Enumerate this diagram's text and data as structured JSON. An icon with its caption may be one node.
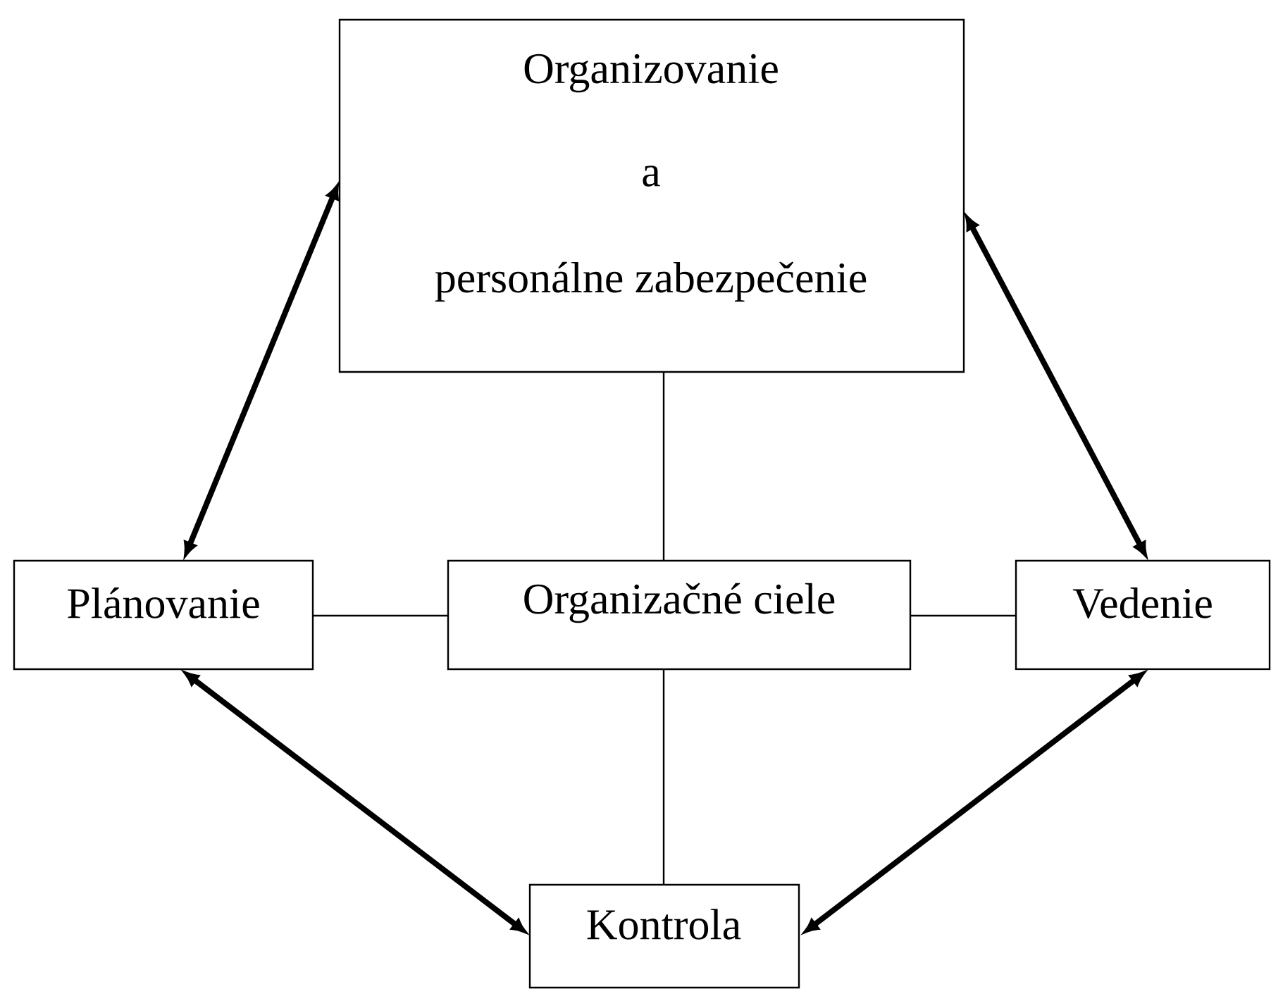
{
  "diagram": {
    "nodes": [
      {
        "text": [
          "Organizovanie",
          "a",
          "personálne zabezpečenie"
        ]
      },
      {
        "text": [
          "Plánovanie"
        ]
      },
      {
        "text": [
          "Organizačné ciele"
        ]
      },
      {
        "text": [
          "Vedenie"
        ]
      },
      {
        "text": [
          "Kontrola"
        ]
      }
    ],
    "edges": [
      {
        "from": 1,
        "to": 0,
        "arrow": "both",
        "style": "thick"
      },
      {
        "from": 0,
        "to": 3,
        "arrow": "both",
        "style": "thick"
      },
      {
        "from": 0,
        "to": 2,
        "arrow": "none"
      },
      {
        "from": 1,
        "to": 2,
        "arrow": "none"
      },
      {
        "from": 2,
        "to": 3,
        "arrow": "none"
      },
      {
        "from": 2,
        "to": 4,
        "arrow": "none"
      },
      {
        "from": 1,
        "to": 4,
        "arrow": "both",
        "style": "thick"
      },
      {
        "from": 3,
        "to": 4,
        "arrow": "both",
        "style": "thick"
      }
    ]
  }
}
